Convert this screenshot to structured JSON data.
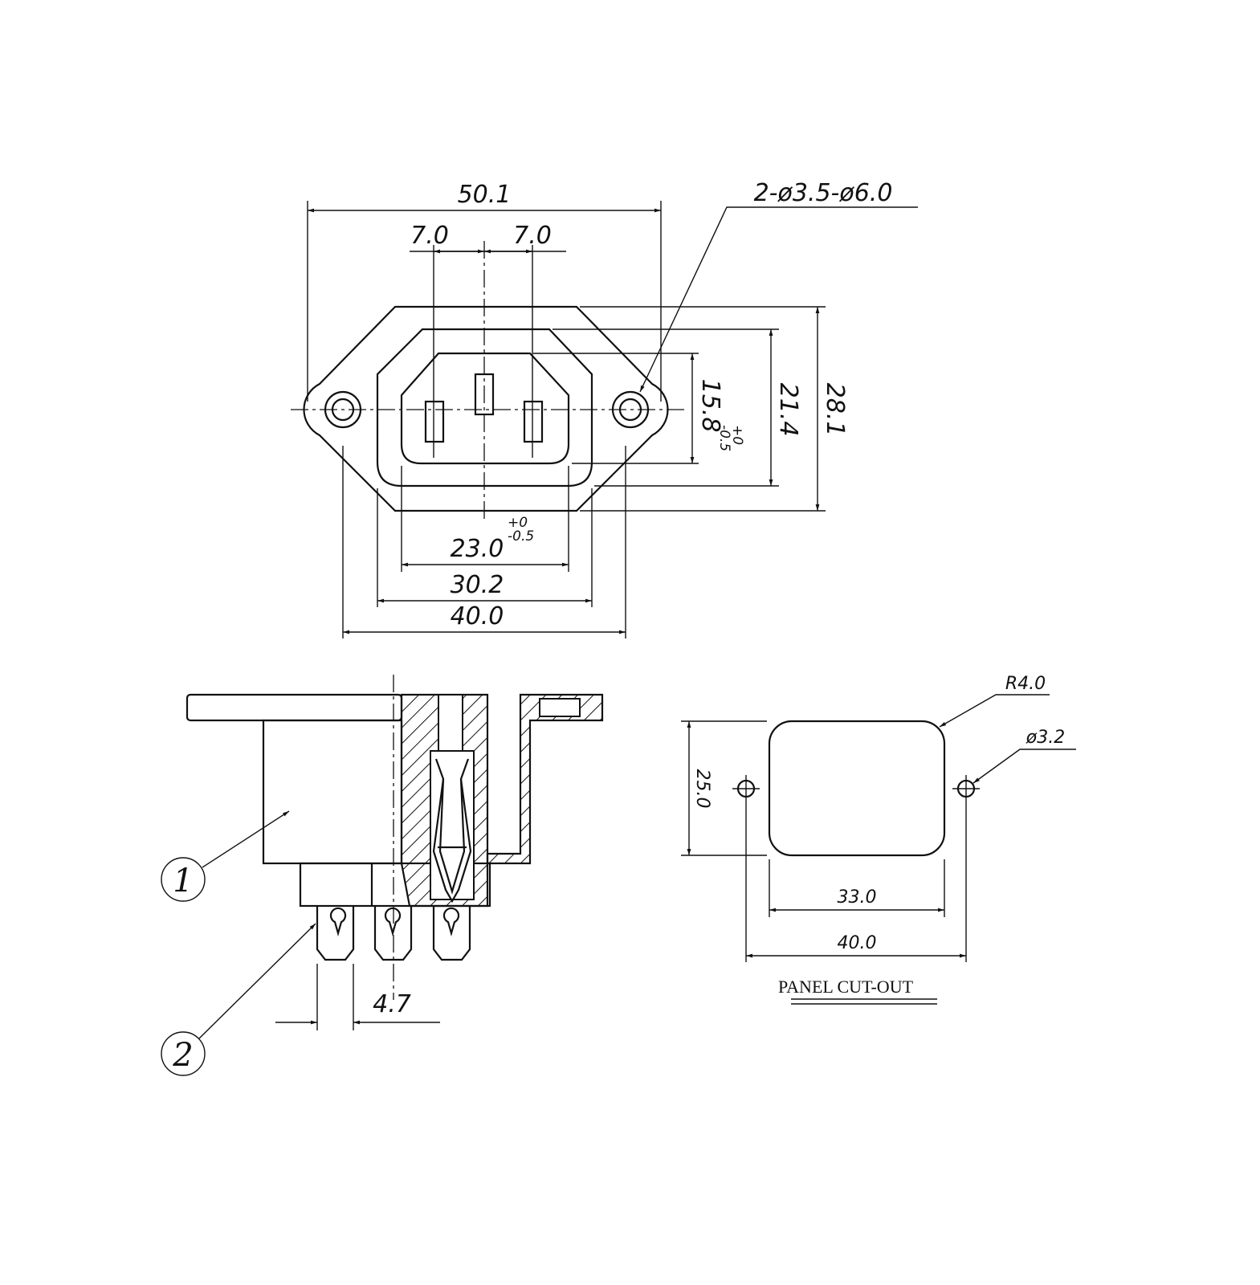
{
  "top_view": {
    "overall_width": "50.1",
    "pin_pitch_left": "7.0",
    "pin_pitch_right": "7.0",
    "mounting_holes": "2-ø3.5-ø6.0",
    "socket_width": "23.0",
    "socket_tol_plus": "+0",
    "socket_tol_minus": "-0.5",
    "body_width": "30.2",
    "hole_spacing": "40.0",
    "socket_height": "15.8",
    "socket_h_tol_plus": "+0",
    "socket_h_tol_minus": "-0.5",
    "body_height": "21.4",
    "flange_height": "28.1"
  },
  "side_view": {
    "callout_1": "1",
    "callout_2": "2",
    "terminal_width": "4.7"
  },
  "panel_cutout": {
    "title": "PANEL CUT-OUT",
    "corner_radius": "R4.0",
    "hole_dia": "ø3.2",
    "height": "25.0",
    "width": "33.0",
    "hole_spacing": "40.0"
  }
}
